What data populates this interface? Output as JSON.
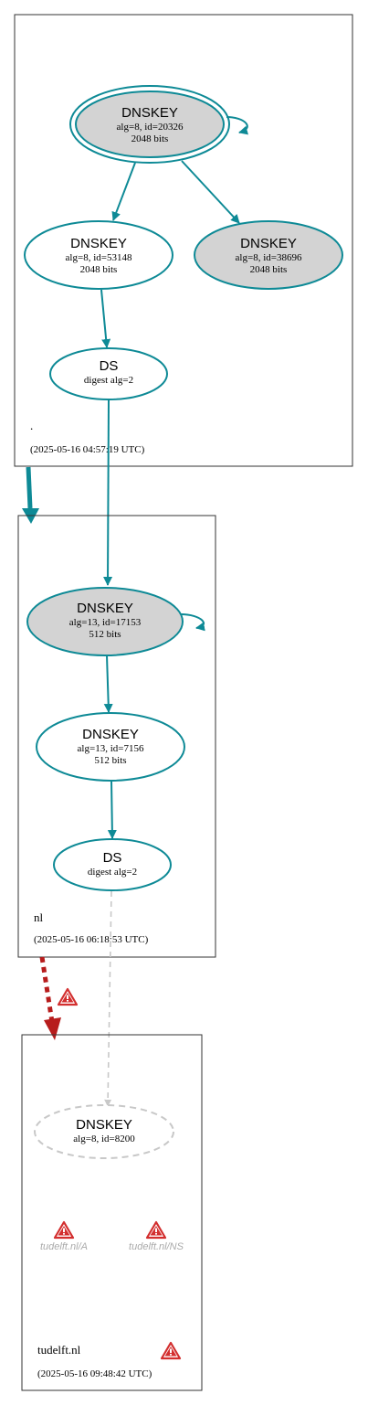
{
  "colors": {
    "edge": "#0e8a96",
    "zone_border": "#333333",
    "key_fill": "#d3d3d3",
    "insecure": "#b71c1c",
    "missing": "#c8c8c8",
    "warning_red": "#d32f2f"
  },
  "zones": {
    "root": {
      "name": ".",
      "timestamp": "(2025-05-16 04:57:19 UTC)"
    },
    "nl": {
      "name": "nl",
      "timestamp": "(2025-05-16 06:18:53 UTC)"
    },
    "tudelft": {
      "name": "tudelft.nl",
      "timestamp": "(2025-05-16 09:48:42 UTC)"
    }
  },
  "nodes": {
    "root_ksk": {
      "title": "DNSKEY",
      "line1": "alg=8, id=20326",
      "line2": "2048 bits"
    },
    "root_zsk": {
      "title": "DNSKEY",
      "line1": "alg=8, id=53148",
      "line2": "2048 bits"
    },
    "root_zsk2": {
      "title": "DNSKEY",
      "line1": "alg=8, id=38696",
      "line2": "2048 bits"
    },
    "root_ds": {
      "title": "DS",
      "line1": "digest alg=2"
    },
    "nl_ksk": {
      "title": "DNSKEY",
      "line1": "alg=13, id=17153",
      "line2": "512 bits"
    },
    "nl_zsk": {
      "title": "DNSKEY",
      "line1": "alg=13, id=7156",
      "line2": "512 bits"
    },
    "nl_ds": {
      "title": "DS",
      "line1": "digest alg=2"
    },
    "tud_key": {
      "title": "DNSKEY",
      "line1": "alg=8, id=8200"
    }
  },
  "rrsets": {
    "a": "tudelft.nl/A",
    "ns": "tudelft.nl/NS"
  },
  "icons": {
    "warning": "warning-triangle-icon"
  }
}
